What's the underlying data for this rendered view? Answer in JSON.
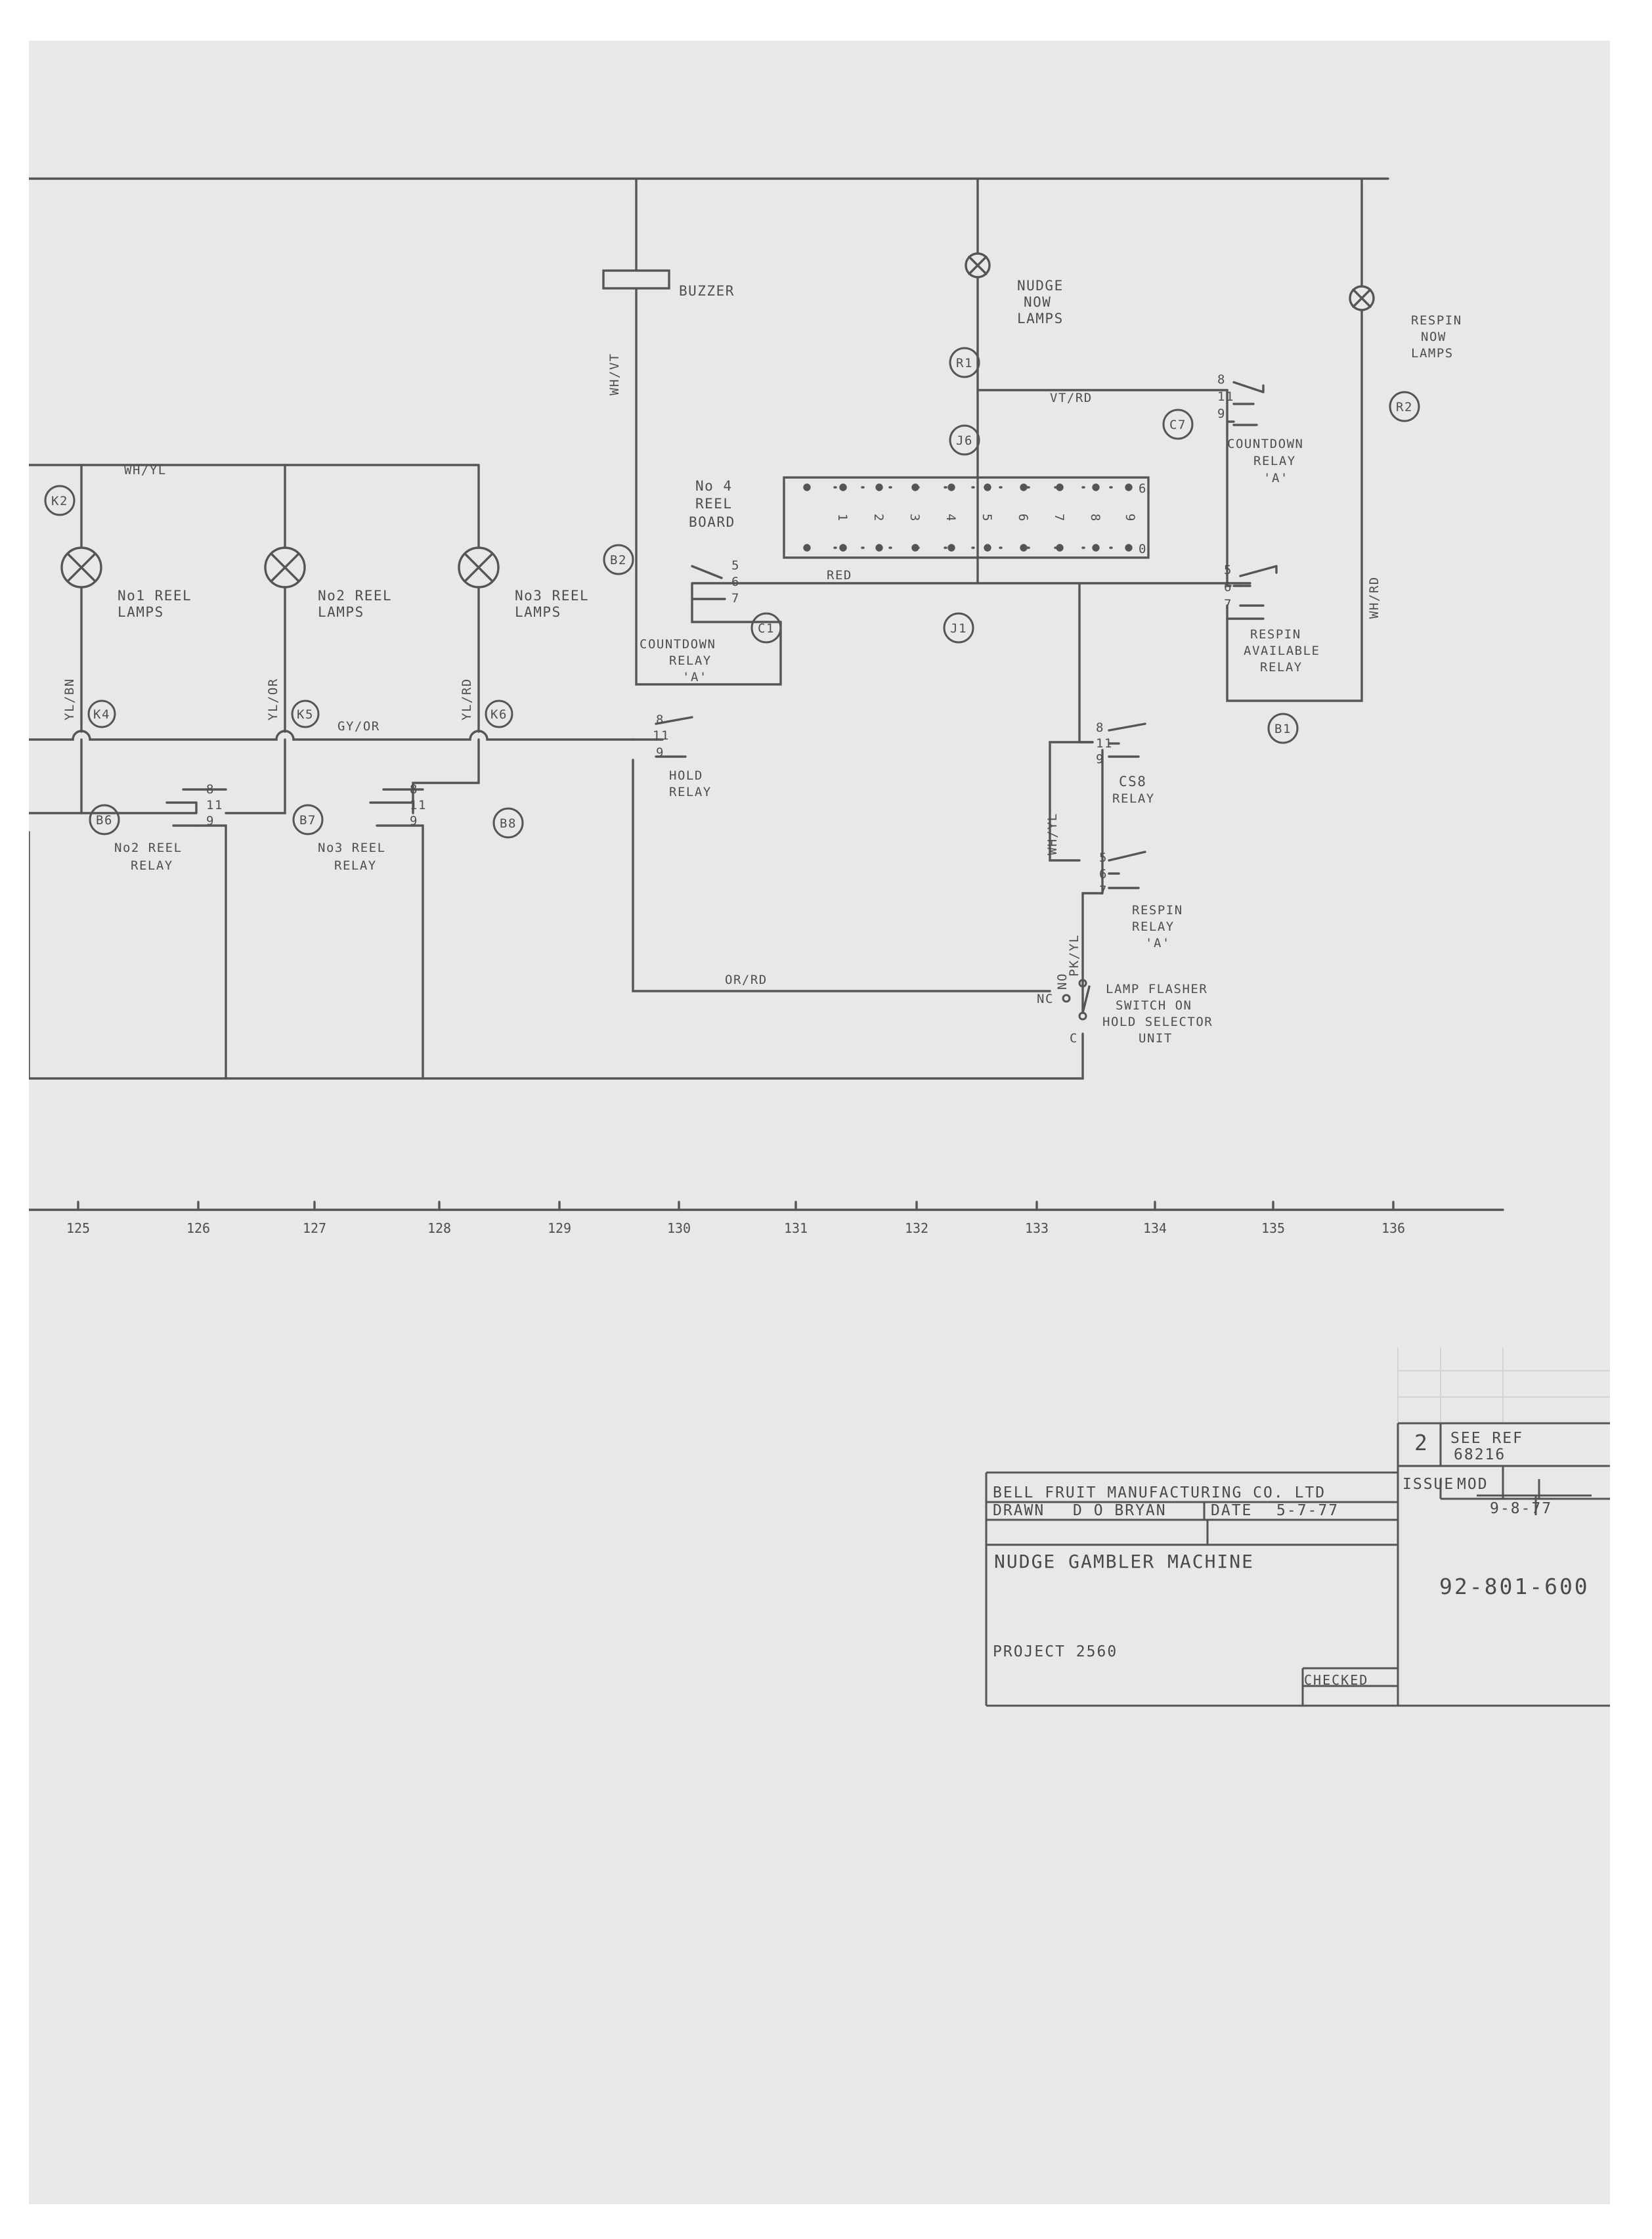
{
  "components": {
    "buzzer": "BUZZER",
    "nudge_lamps": [
      "NUDGE",
      "NOW",
      "LAMPS"
    ],
    "respin_lamps": [
      "RESPIN",
      "NOW",
      "LAMPS"
    ],
    "reel4_board": [
      "No 4",
      "REEL",
      "BOARD"
    ],
    "reel4_pins_top": [
      "6"
    ],
    "reel4_pins_bottom": [
      "1",
      "2",
      "3",
      "4",
      "5",
      "6",
      "7",
      "8",
      "9",
      "0"
    ],
    "reel1_lamps": [
      "No1 REEL",
      "LAMPS"
    ],
    "reel2_lamps": [
      "No2 REEL",
      "LAMPS"
    ],
    "reel3_lamps": [
      "No3 REEL",
      "LAMPS"
    ],
    "countdown_relay_a_top": [
      "COUNTDOWN",
      "RELAY",
      "'A'"
    ],
    "countdown_relay_a_left": [
      "COUNTDOWN",
      "RELAY",
      "'A'"
    ],
    "respin_available_relay": [
      "RESPIN",
      "AVAILABLE",
      "RELAY"
    ],
    "hold_relay": [
      "HOLD",
      "RELAY"
    ],
    "cs8_relay": [
      "CS8",
      "RELAY"
    ],
    "respin_relay_a": [
      "RESPIN",
      "RELAY",
      "'A'"
    ],
    "reel2_relay": [
      "No2 REEL",
      "RELAY"
    ],
    "reel3_relay": [
      "No3 REEL",
      "RELAY"
    ],
    "lamp_flasher": [
      "LAMP FLASHER",
      "SWITCH ON",
      "HOLD SELECTOR",
      "UNIT"
    ]
  },
  "wire_colours": {
    "wh_yl_top": "WH/YL",
    "wh_vt": "WH/VT",
    "vt_rd": "VT/RD",
    "red": "RED",
    "wh_rd": "WH/RD",
    "yl_bn": "YL/BN",
    "yl_or": "YL/OR",
    "yl_rd": "YL/RD",
    "gy_or": "GY/OR",
    "wh_yl_mid": "WH/YL",
    "pk_yl": "PK/YL",
    "or_rd": "OR/RD"
  },
  "terminals": {
    "k2": "K2",
    "k4": "K4",
    "k5": "K5",
    "k6": "K6",
    "b2": "B2",
    "b6": "B6",
    "b7": "B7",
    "b8": "B8",
    "r1": "R1",
    "r2": "R2",
    "j6": "J6",
    "j1": "J1",
    "c7": "C7",
    "c1": "C1",
    "b1": "B1"
  },
  "contact_numbers": {
    "countdown_a_top": [
      "8",
      "11",
      "9"
    ],
    "countdown_a_left": [
      "5",
      "6",
      "7"
    ],
    "respin_available": [
      "5",
      "6",
      "7"
    ],
    "hold": [
      "8",
      "11",
      "9"
    ],
    "cs8": [
      "8",
      "11",
      "9"
    ],
    "respin_a": [
      "5",
      "6",
      "7"
    ],
    "reel2": [
      "8",
      "11",
      "9"
    ],
    "reel3": [
      "8",
      "11",
      "9"
    ],
    "flasher": [
      "NO",
      "NC",
      "C"
    ]
  },
  "ruler_ticks": [
    "125",
    "126",
    "127",
    "128",
    "129",
    "130",
    "131",
    "132",
    "133",
    "134",
    "135",
    "136"
  ],
  "title_block": {
    "issue_number": "2",
    "see_ref": "SEE REF",
    "ref_number": "68216",
    "issue_label": "ISSUE",
    "mod_label": "MOD",
    "mod_date": "9-8-77",
    "company": "BELL FRUIT MANUFACTURING CO. LTD",
    "drawn_label": "DRAWN",
    "drawn_by": "D O BRYAN",
    "date_label": "DATE",
    "date": "5-7-77",
    "title": "NUDGE GAMBLER MACHINE",
    "drawing_number": "92-801-600",
    "project": "PROJECT 2560",
    "checked_label": "CHECKED"
  }
}
